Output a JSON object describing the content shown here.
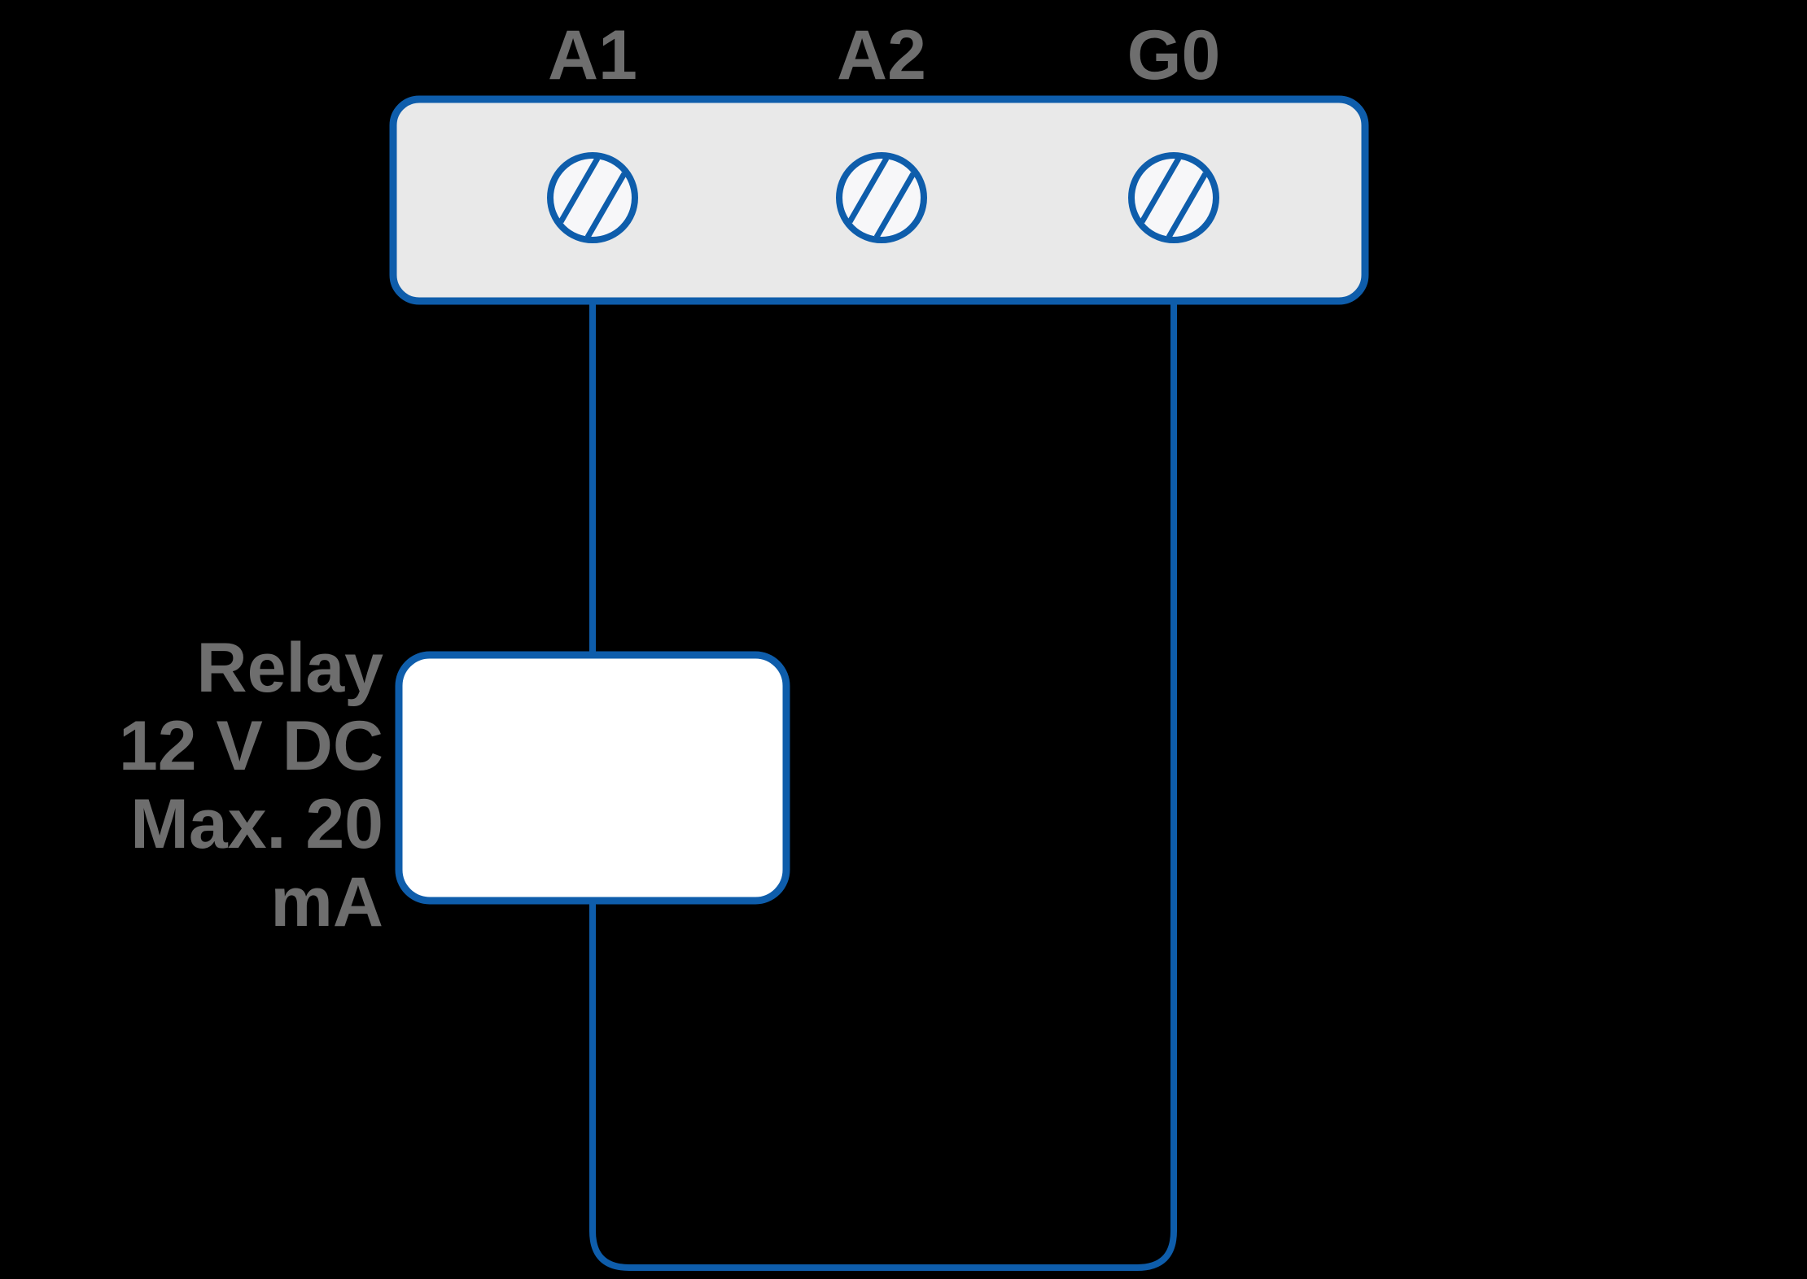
{
  "terminal_block": {
    "labels": [
      "A1",
      "A2",
      "G0"
    ]
  },
  "relay": {
    "caption_lines": [
      "Relay",
      "12 V DC",
      "Max. 20",
      "mA"
    ]
  },
  "colors": {
    "background": "#000000",
    "wire_blue": "#0e5dab",
    "terminal_block_fill": "#e9e9e9",
    "screw_fill": "#f7f7f9",
    "relay_fill": "#ffffff",
    "label_gray": "#6e6e6e"
  }
}
